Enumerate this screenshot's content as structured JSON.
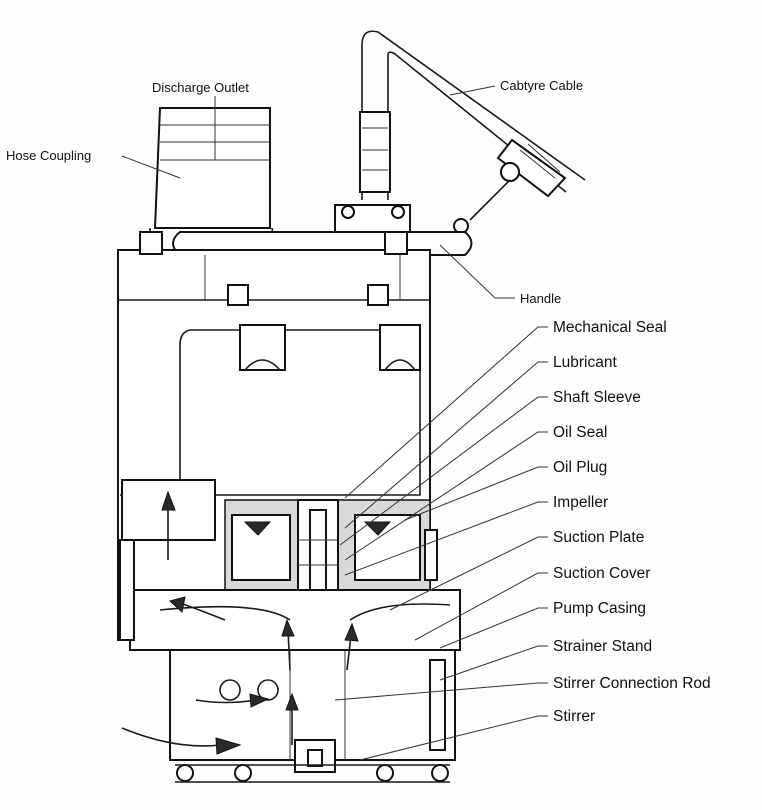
{
  "top_labels": {
    "discharge_outlet": "Discharge Outlet",
    "hose_coupling": "Hose Coupling",
    "cabtyre_cable": "Cabtyre Cable",
    "handle": "Handle"
  },
  "side_labels": [
    "Mechanical Seal",
    "Lubricant",
    "Shaft Sleeve",
    "Oil Seal",
    "Oil Plug",
    "Impeller",
    "Suction Plate",
    "Suction Cover",
    "Pump Casing",
    "Strainer Stand",
    "Stirrer Connection Rod",
    "Stirrer"
  ]
}
